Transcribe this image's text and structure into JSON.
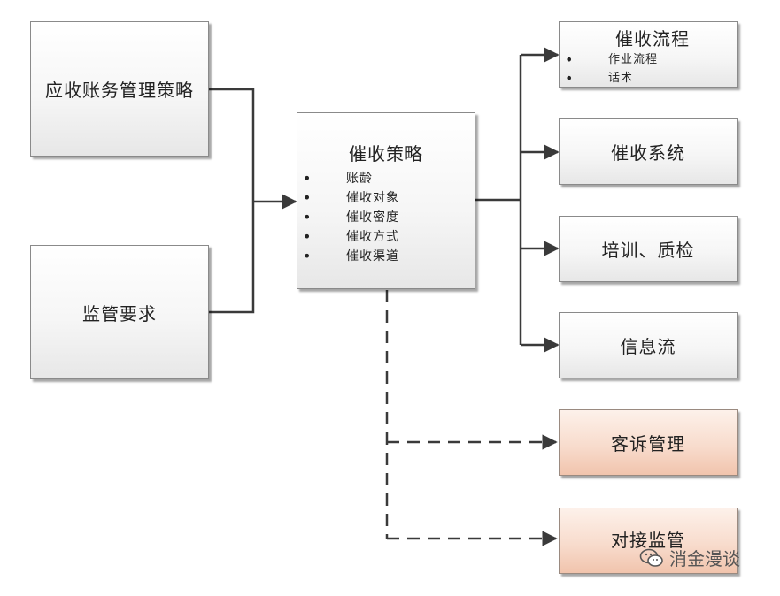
{
  "diagram": {
    "left_boxes": [
      {
        "label": "应收账务管理策略"
      },
      {
        "label": "监管要求"
      }
    ],
    "center": {
      "title": "催收策略",
      "items": [
        "账龄",
        "催收对象",
        "催收密度",
        "催收方式",
        "催收渠道"
      ]
    },
    "right_boxes": {
      "flow": {
        "title": "催收流程",
        "items": [
          "作业流程",
          "话术"
        ]
      },
      "system": {
        "label": "催收系统"
      },
      "training": {
        "label": "培训、质检"
      },
      "info": {
        "label": "信息流"
      },
      "complaint": {
        "label": "客诉管理"
      },
      "regulator": {
        "label": "对接监管"
      }
    },
    "colors": {
      "orange_box": "#f8dccd",
      "gray_box": "#f2f2f2",
      "connector": "#3a3a3a"
    }
  },
  "watermark": {
    "text": "消金漫谈",
    "icon": "wechat-icon"
  }
}
